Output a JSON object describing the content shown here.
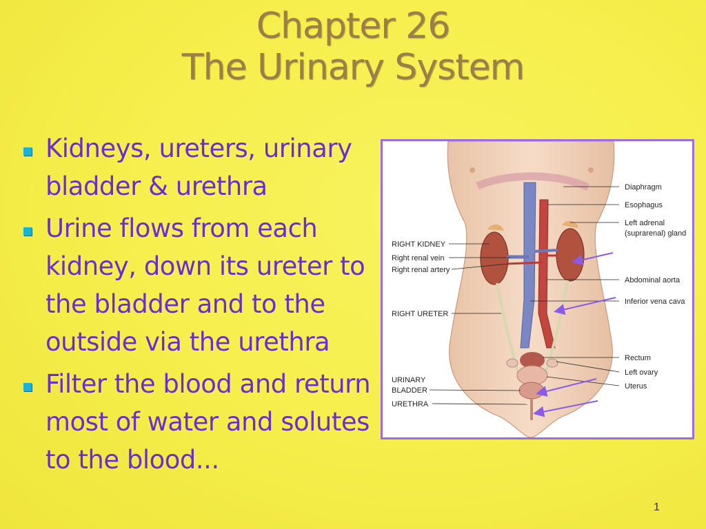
{
  "slide": {
    "title_line1": "Chapter 26",
    "title_line2": "The Urinary System",
    "bullets": [
      "Kidneys, ureters, urinary bladder & urethra",
      "Urine flows from each kidney, down its ureter to the bladder and to the outside via the urethra",
      "Filter the blood and return most of water and solutes to the blood..."
    ],
    "page_number": "1"
  },
  "figure": {
    "labels_left": {
      "right_kidney": "RIGHT KIDNEY",
      "right_renal_vein": "Right renal vein",
      "right_renal_artery": "Right renal artery",
      "right_ureter": "RIGHT URETER",
      "urinary": "URINARY",
      "bladder": "BLADDER",
      "urethra": "URETHRA"
    },
    "labels_right": {
      "diaphragm": "Diaphragm",
      "esophagus": "Esophagus",
      "left_adrenal": "Left adrenal",
      "suprarenal_gland": "(suprarenal) gland",
      "abdominal_aorta": "Abdominal aorta",
      "inferior_vena_cava": "Inferior vena cava",
      "rectum": "Rectum",
      "left_ovary": "Left ovary",
      "uterus": "Uterus"
    }
  },
  "colors": {
    "background": "#f5ee4a",
    "title": "#9b7f4a",
    "bullet_text": "#6a2fc7",
    "bullet_marker": "#19b3d6",
    "frame_border": "#9a6ee0"
  }
}
